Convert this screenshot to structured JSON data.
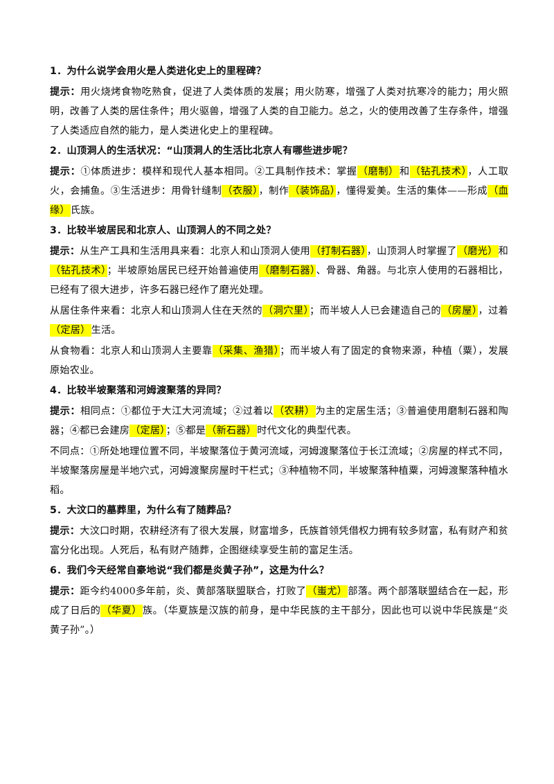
{
  "sections": [
    {
      "title": "1．为什么说学会用火是人类进化史上的里程碑？",
      "paragraphs": [
        [
          {
            "t": "提示：",
            "s": "lbl"
          },
          {
            "t": "用火烧烤食物吃熟食，促进了人类体质的发展；用火防寒，增强了人类对抗寒冷的能力；用火照明，改善了人类的居住条件；用火驱兽，增强了人类的自卫能力。总之，火的使用改善了生存条件，增强了人类适应自然的能力，是人类进化史上的里程碑。"
          }
        ]
      ]
    },
    {
      "title": "2．山顶洞人的生活状况：“山顶洞人的生活比北京人有哪些进步呢？",
      "paragraphs": [
        [
          {
            "t": "提示：",
            "s": "lbl"
          },
          {
            "t": "①体质进步：模样和现代人基本相同。②工具制作技术：掌握"
          },
          {
            "t": "（磨制）",
            "s": "hl"
          },
          {
            "t": "和"
          },
          {
            "t": "（钻孔技术）",
            "s": "hl"
          },
          {
            "t": "，人工取火，会捕鱼。③生活进步：用骨针缝制"
          },
          {
            "t": "（衣服）",
            "s": "hl"
          },
          {
            "t": "，制作"
          },
          {
            "t": "（装饰品）",
            "s": "hl"
          },
          {
            "t": "，懂得爱美。生活的集体——形成"
          },
          {
            "t": "（血缘）",
            "s": "hl"
          },
          {
            "t": "氏族。"
          }
        ]
      ]
    },
    {
      "title": "3．比较半坡居民和北京人、山顶洞人的不同之处？",
      "paragraphs": [
        [
          {
            "t": "提示：",
            "s": "lbl"
          },
          {
            "t": "从生产工具和生活用具来看：北京人和山顶洞人使用"
          },
          {
            "t": "（打制石器）",
            "s": "hl"
          },
          {
            "t": "，山顶洞人时掌握了"
          },
          {
            "t": "（磨光）",
            "s": "hl"
          },
          {
            "t": "和"
          },
          {
            "t": "（钻孔技术）",
            "s": "hl"
          },
          {
            "t": "；半坡原始居民已经开始普遍使用"
          },
          {
            "t": "（磨制石器）",
            "s": "hl"
          },
          {
            "t": "、骨器、角器。与北京人使用的石器相比，已经有了很大进步，许多石器已经作了磨光处理。"
          }
        ],
        [
          {
            "t": "从居住条件来看：北京人和山顶洞人住在天然的"
          },
          {
            "t": "（洞穴里）",
            "s": "hl"
          },
          {
            "t": "；而半坡人人已会建造自己的"
          },
          {
            "t": "（房屋）",
            "s": "hl"
          },
          {
            "t": "，过着"
          },
          {
            "t": "（定居）",
            "s": "hl"
          },
          {
            "t": "生活。"
          }
        ],
        [
          {
            "t": "从食物看：北京人和山顶洞人主要靠"
          },
          {
            "t": "（采集、渔猎）",
            "s": "hl"
          },
          {
            "t": "；而半坡人有了固定的食物来源，种植（粟），发展原始农业。"
          }
        ]
      ]
    },
    {
      "title": "4．比较半坡聚落和河姆渡聚落的异同？",
      "paragraphs": [
        [
          {
            "t": "提示：",
            "s": "lbl"
          },
          {
            "t": "相同点：①都位于大江大河流域；②过着以"
          },
          {
            "t": "（农耕）",
            "s": "hl"
          },
          {
            "t": "为主的定居生活；③普遍使用磨制石器和陶器；④都已会建房"
          },
          {
            "t": "（定居）",
            "s": "hl"
          },
          {
            "t": "；⑤都是"
          },
          {
            "t": "（新石器）",
            "s": "hl"
          },
          {
            "t": "时代文化的典型代表。"
          }
        ],
        [
          {
            "t": "不同点：①所处地理位置不同，半坡聚落位于黄河流域，河姆渡聚落位于长江流域；②房屋的样式不同，半坡聚落房屋是半地穴式，河姆渡聚房屋时干栏式；③种植物不同，半坡聚落种植粟，河姆渡聚落种植水稻。"
          }
        ]
      ]
    },
    {
      "title": "5．大汶口的墓葬里，为什么有了随葬品？",
      "paragraphs": [
        [
          {
            "t": "提示：",
            "s": "lbl"
          },
          {
            "t": "大汶口时期，农耕经济有了很大发展，财富增多，氏族首领凭借权力拥有较多财富，私有财产和贫富分化出现。人死后，私有财产随葬，企图继续享受生前的富足生活。"
          }
        ]
      ]
    },
    {
      "title": "6．我们今天经常自豪地说“我们都是炎黄子孙”，这是为什么？",
      "paragraphs": [
        [
          {
            "t": "提示：",
            "s": "lbl"
          },
          {
            "t": "距今约4000多年前，炎、黄部落联盟联合，打败了"
          },
          {
            "t": "（蚩尤）",
            "s": "hl"
          },
          {
            "t": "部落。两个部落联盟结合在一起，形成了日后的"
          },
          {
            "t": "（华夏）",
            "s": "hl"
          },
          {
            "t": "族。（华夏族是汉族的前身，是中华民族的主干部分，因此也可以说中华民族是“炎黄子孙”。）"
          }
        ]
      ]
    }
  ]
}
